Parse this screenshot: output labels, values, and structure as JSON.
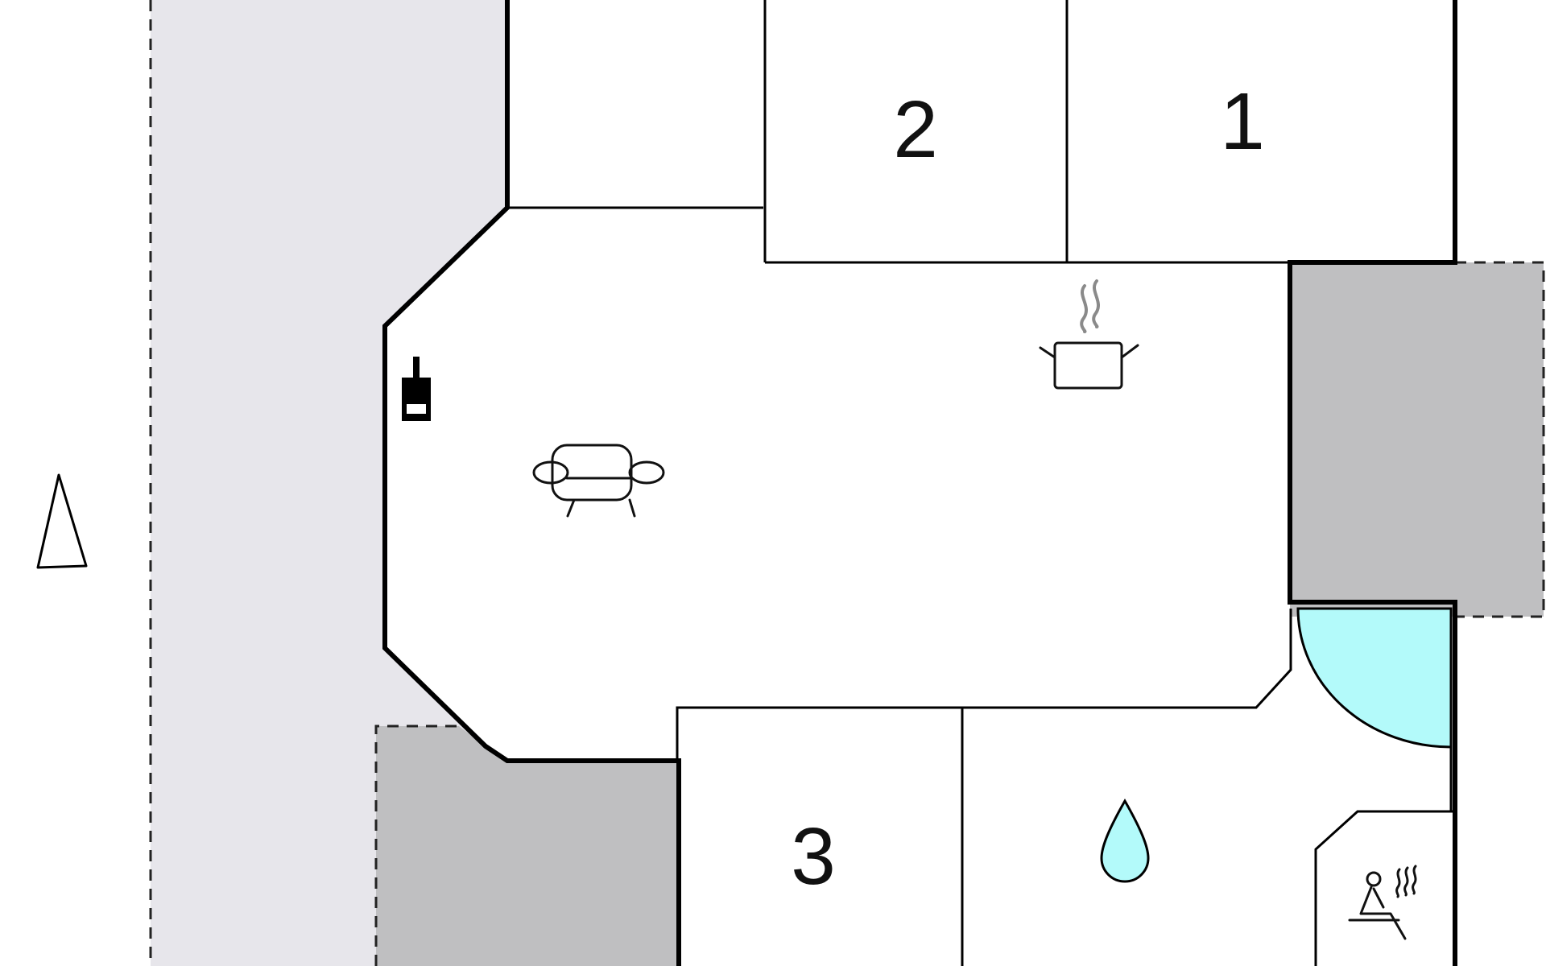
{
  "rooms": [
    {
      "id": "bedroom-1",
      "label": "1"
    },
    {
      "id": "bedroom-2",
      "label": "2"
    },
    {
      "id": "bedroom-3",
      "label": "3"
    }
  ],
  "icons": {
    "stove": "wood-stove-icon",
    "sofa": "sofa-icon",
    "kitchen": "cooking-pot-icon",
    "bathroom": "water-drop-icon",
    "sauna": "sauna-icon",
    "north": "north-arrow-icon"
  },
  "colors": {
    "terrace": "#e7e6eb",
    "covered": "#bfbfc1",
    "water": "#b3fafa",
    "wall": "#000000"
  }
}
